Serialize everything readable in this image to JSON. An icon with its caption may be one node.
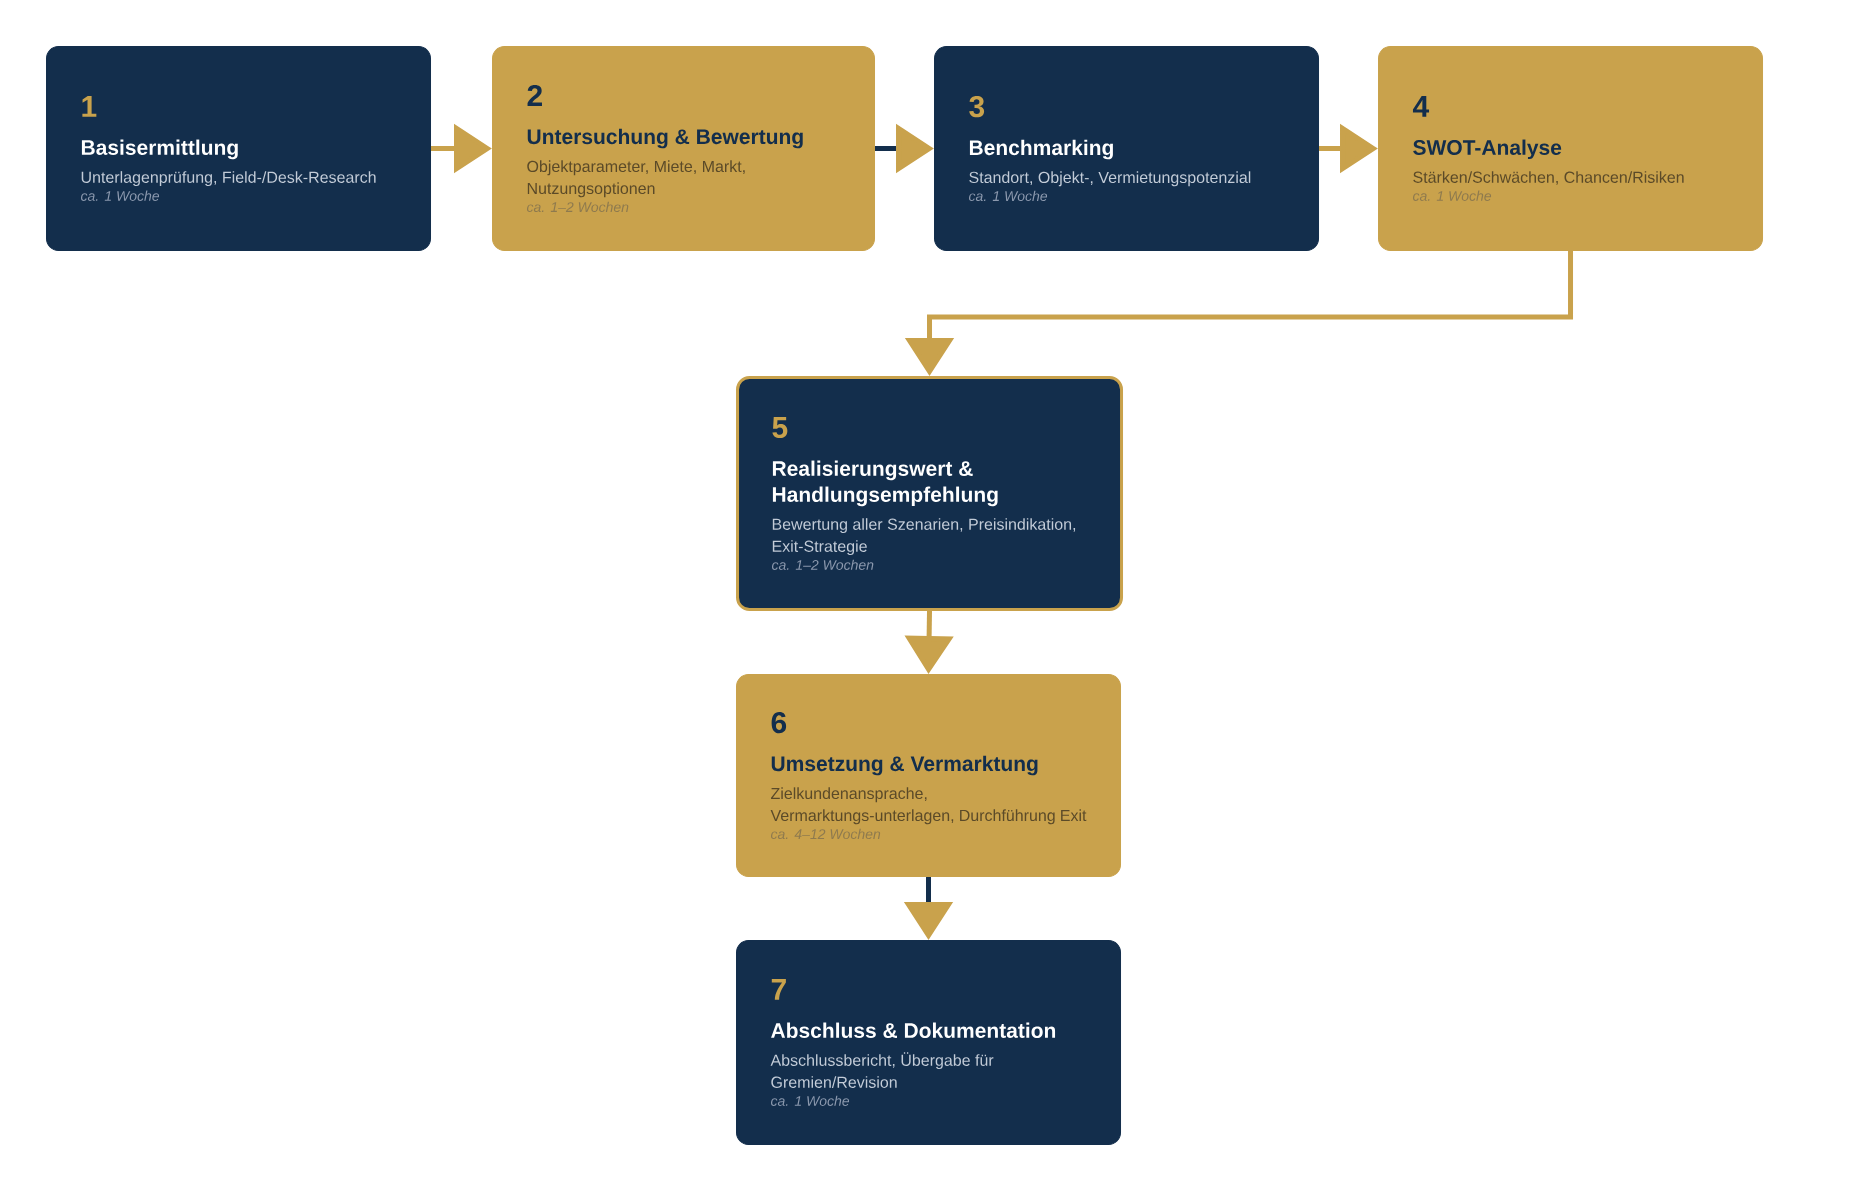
{
  "diagram": {
    "nodes": [
      {
        "text": [
          "1",
          "Basisermittlung",
          "Unterlagenprüfung, Field-/Desk-Research",
          "ca. 1 Woche"
        ]
      },
      {
        "text": [
          "2",
          "Untersuchung & Bewertung",
          "Objektparameter, Miete, Markt, Nutzungsoptionen",
          "ca. 1–2 Wochen"
        ]
      },
      {
        "text": [
          "3",
          "Benchmarking",
          "Standort, Objekt-, Vermietungspotenzial",
          "ca. 1 Woche"
        ]
      },
      {
        "text": [
          "4",
          "SWOT-Analyse",
          "Stärken/Schwächen, Chancen/Risiken",
          "ca. 1 Woche"
        ]
      },
      {
        "text": [
          "5",
          "Realisierungswert & Handlungsempfehlung",
          "Bewertung aller Szenarien, Preisindikation, Exit-Strategie",
          "ca. 1–2 Wochen"
        ]
      },
      {
        "text": [
          "6",
          "Umsetzung & Vermarktung",
          "Zielkundenansprache, Vermarktungs-unterlagen, Durchführung Exit",
          "ca. 4–12 Wochen"
        ]
      },
      {
        "text": [
          "7",
          "Abschluss & Dokumentation",
          "Abschlussbericht, Übergabe für Gremien/Revision",
          "ca. 1 Woche"
        ]
      }
    ],
    "edges": [
      {
        "from": 0,
        "to": 1,
        "arrow": "to"
      },
      {
        "from": 1,
        "to": 2,
        "arrow": "to",
        "color": "#132e4c"
      },
      {
        "from": 2,
        "to": 3,
        "arrow": "to"
      },
      {
        "from": 3,
        "to": 4,
        "arrow": "to"
      },
      {
        "from": 4,
        "to": 5,
        "arrow": "to"
      },
      {
        "from": 5,
        "to": 6,
        "arrow": "to",
        "color": "#132e4c"
      }
    ]
  }
}
